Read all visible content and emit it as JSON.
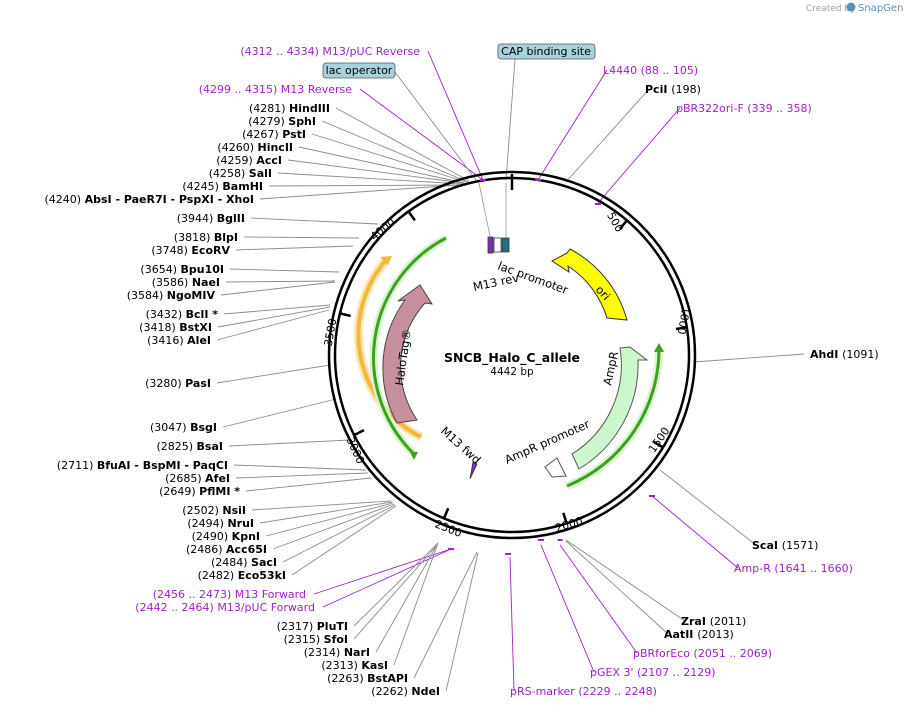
{
  "credit": {
    "prefix": "Created by",
    "brand": "SnapGene"
  },
  "plasmid": {
    "name": "SNCB_Halo_C_allele",
    "length_label": "4442 bp"
  },
  "ticks": [
    "500",
    "1000",
    "1500",
    "2000",
    "2500",
    "3000",
    "3500",
    "4000"
  ],
  "features": {
    "ori": "ori",
    "ampr": "AmpR",
    "ampr_promoter": "AmpR promoter",
    "halotag": "HaloTag®",
    "lac_promoter": "lac promoter",
    "m13_rev": "M13 rev",
    "m13_fwd": "M13 fwd"
  },
  "boxed": {
    "lac_operator": "lac operator",
    "cap_site": "CAP binding site"
  },
  "left_labels": [
    {
      "pos": "(4312 .. 4334)",
      "name": "M13/pUC Reverse",
      "kind": "primer"
    },
    {
      "pos": "(4299 .. 4315)",
      "name": "M13 Reverse",
      "kind": "primer"
    },
    {
      "pos": "(4281)",
      "name": "HindIII",
      "kind": "enzyme"
    },
    {
      "pos": "(4279)",
      "name": "SphI",
      "kind": "enzyme"
    },
    {
      "pos": "(4267)",
      "name": "PstI",
      "kind": "enzyme"
    },
    {
      "pos": "(4260)",
      "name": "HincII",
      "kind": "enzyme"
    },
    {
      "pos": "(4259)",
      "name": "AccI",
      "kind": "enzyme"
    },
    {
      "pos": "(4258)",
      "name": "SalI",
      "kind": "enzyme"
    },
    {
      "pos": "(4245)",
      "name": "BamHI",
      "kind": "enzyme"
    },
    {
      "pos": "(4240)",
      "name": "AbsI  - PaeR7I  - PspXI  - XhoI",
      "kind": "enzyme"
    },
    {
      "pos": "(3944)",
      "name": "BglII",
      "kind": "enzyme"
    },
    {
      "pos": "(3818)",
      "name": "BlpI",
      "kind": "enzyme"
    },
    {
      "pos": "(3748)",
      "name": "EcoRV",
      "kind": "enzyme"
    },
    {
      "pos": "(3654)",
      "name": "Bpu10I",
      "kind": "enzyme"
    },
    {
      "pos": "(3586)",
      "name": "NaeI",
      "kind": "enzyme"
    },
    {
      "pos": "(3584)",
      "name": "NgoMIV",
      "kind": "enzyme"
    },
    {
      "pos": "(3432)",
      "name": "BclI *",
      "kind": "enzyme"
    },
    {
      "pos": "(3418)",
      "name": "BstXI",
      "kind": "enzyme"
    },
    {
      "pos": "(3416)",
      "name": "AleI",
      "kind": "enzyme"
    },
    {
      "pos": "(3280)",
      "name": "PasI",
      "kind": "enzyme"
    },
    {
      "pos": "(3047)",
      "name": "BsgI",
      "kind": "enzyme"
    },
    {
      "pos": "(2825)",
      "name": "BsaI",
      "kind": "enzyme"
    },
    {
      "pos": "(2711)",
      "name": "BfuAI  - BspMI  - PaqCI",
      "kind": "enzyme"
    },
    {
      "pos": "(2685)",
      "name": "AfeI",
      "kind": "enzyme"
    },
    {
      "pos": "(2649)",
      "name": "PflMI *",
      "kind": "enzyme"
    },
    {
      "pos": "(2502)",
      "name": "NsiI",
      "kind": "enzyme"
    },
    {
      "pos": "(2494)",
      "name": "NruI",
      "kind": "enzyme"
    },
    {
      "pos": "(2490)",
      "name": "KpnI",
      "kind": "enzyme"
    },
    {
      "pos": "(2486)",
      "name": "Acc65I",
      "kind": "enzyme"
    },
    {
      "pos": "(2484)",
      "name": "SacI",
      "kind": "enzyme"
    },
    {
      "pos": "(2482)",
      "name": "Eco53kI",
      "kind": "enzyme"
    },
    {
      "pos": "(2456 .. 2473)",
      "name": "M13 Forward",
      "kind": "primer"
    },
    {
      "pos": "(2442 .. 2464)",
      "name": "M13/pUC Forward",
      "kind": "primer"
    },
    {
      "pos": "(2317)",
      "name": "PluTI",
      "kind": "enzyme"
    },
    {
      "pos": "(2315)",
      "name": "SfoI",
      "kind": "enzyme"
    },
    {
      "pos": "(2314)",
      "name": "NarI",
      "kind": "enzyme"
    },
    {
      "pos": "(2313)",
      "name": "KasI",
      "kind": "enzyme"
    },
    {
      "pos": "(2263)",
      "name": "BstAPI",
      "kind": "enzyme"
    },
    {
      "pos": "(2262)",
      "name": "NdeI",
      "kind": "enzyme"
    }
  ],
  "right_labels": [
    {
      "name": "L4440",
      "pos": "(88 .. 105)",
      "kind": "primer"
    },
    {
      "name": "PciI",
      "pos": "(198)",
      "kind": "enzyme"
    },
    {
      "name": "pBR322ori-F",
      "pos": "(339 .. 358)",
      "kind": "primer"
    },
    {
      "name": "AhdI",
      "pos": "(1091)",
      "kind": "enzyme"
    },
    {
      "name": "ScaI",
      "pos": "(1571)",
      "kind": "enzyme"
    },
    {
      "name": "Amp-R",
      "pos": "(1641 .. 1660)",
      "kind": "primer"
    },
    {
      "name": "ZraI",
      "pos": "(2011)",
      "kind": "enzyme"
    },
    {
      "name": "AatII",
      "pos": "(2013)",
      "kind": "enzyme"
    },
    {
      "name": "pBRforEco",
      "pos": "(2051 .. 2069)",
      "kind": "primer"
    },
    {
      "name": "pGEX 3'",
      "pos": "(2107 .. 2129)",
      "kind": "primer"
    },
    {
      "name": "pRS-marker",
      "pos": "(2229 .. 2248)",
      "kind": "primer"
    }
  ],
  "colors": {
    "backbone": "#000000",
    "primer": "#a020c8",
    "leader_line": "#8c8c8c",
    "ori": "#ffff00",
    "ampr": "#ccf7cc",
    "halotag": "#c8909e",
    "orange_feature": "#f5b63b",
    "green_arrow": "#3f9f1f",
    "lac_promoter": "#1d6f80",
    "m13": "#7b2fbf",
    "box_fill": "#a9d3dc"
  }
}
